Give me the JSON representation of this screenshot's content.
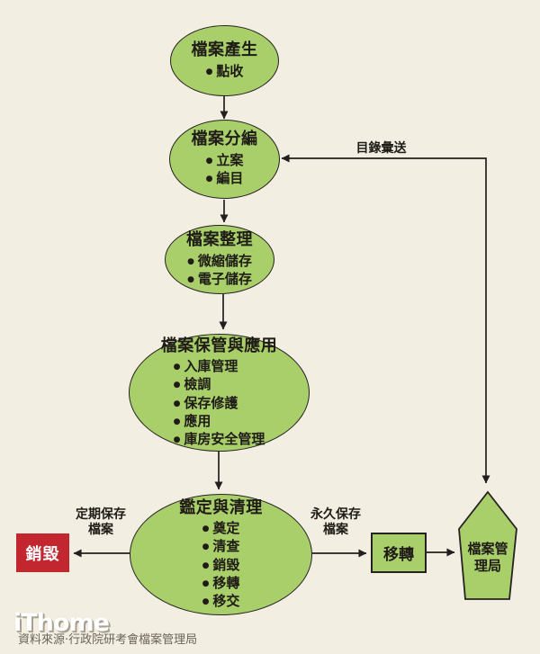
{
  "colors": {
    "background": "#f2efe2",
    "node_green": "#a9cf6a",
    "outline": "#262122",
    "destroy_red": "#c22730",
    "text": "#1f1b17",
    "caption_text": "#6b6357"
  },
  "glyphs": {
    "bullet": "●"
  },
  "nodes": {
    "produce": {
      "title": "檔案產生",
      "bullets": [
        "點收"
      ]
    },
    "classify": {
      "title": "檔案分編",
      "bullets": [
        "立案",
        "編目"
      ]
    },
    "organize": {
      "title": "檔案整理",
      "bullets": [
        "微縮儲存",
        "電子儲存"
      ]
    },
    "custody": {
      "title": "檔案保管與應用",
      "bullets": [
        "入庫管理",
        "檢調",
        "保存修護",
        "應用",
        "庫房安全管理"
      ]
    },
    "appraisal": {
      "title": "鑑定與清理",
      "bullets": [
        "奠定",
        "清查",
        "銷毀",
        "移轉",
        "移交"
      ]
    },
    "destroy": {
      "label": "銷毀"
    },
    "transfer": {
      "label": "移轉"
    },
    "bureau": {
      "lines": [
        "檔案管",
        "理局"
      ]
    }
  },
  "edge_labels": {
    "catalog": "目錄彙送",
    "periodic": [
      "定期保存",
      "檔案"
    ],
    "permanent": [
      "永久保存",
      "檔案"
    ]
  },
  "footer": {
    "logo": "iThome",
    "source": "資料來源·行政院研考會檔案管理局"
  }
}
